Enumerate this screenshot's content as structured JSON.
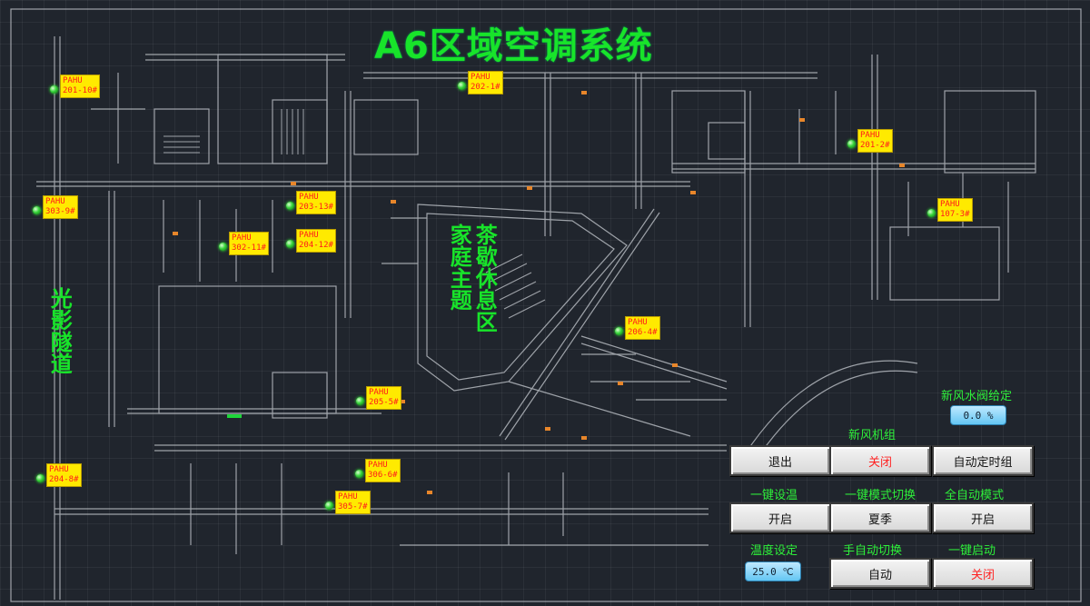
{
  "title": "A6区域空调系统",
  "zone_labels": [
    "光影隧道",
    "茶歇休息区",
    "家庭主题"
  ],
  "units": [
    {
      "name": "PAHU",
      "code": "201-10#"
    },
    {
      "name": "PAHU",
      "code": "202-1#"
    },
    {
      "name": "PAHU",
      "code": "201-2#"
    },
    {
      "name": "PAHU",
      "code": "303-9#"
    },
    {
      "name": "PAHU",
      "code": "203-13#"
    },
    {
      "name": "PAHU",
      "code": "302-11#"
    },
    {
      "name": "PAHU",
      "code": "204-12#"
    },
    {
      "name": "PAHU",
      "code": "107-3#"
    },
    {
      "name": "PAHU",
      "code": "206-4#"
    },
    {
      "name": "PAHU",
      "code": "205-5#"
    },
    {
      "name": "PAHU",
      "code": "204-8#"
    },
    {
      "name": "PAHU",
      "code": "306-6#"
    },
    {
      "name": "PAHU",
      "code": "305-7#"
    }
  ],
  "controls": {
    "fresh_valve_label": "新风水阀给定",
    "fresh_valve_value": "0.0 %",
    "fresh_unit_label": "新风机组",
    "exit_btn": "退出",
    "fresh_unit_btn": "关闭",
    "auto_timer_btn": "自动定时组",
    "one_key_temp_label": "一键设温",
    "one_key_temp_btn": "开启",
    "mode_switch_label": "一键模式切换",
    "mode_switch_btn": "夏季",
    "full_auto_label": "全自动模式",
    "full_auto_btn": "开启",
    "temp_set_label": "温度设定",
    "temp_set_value": "25.0 ℃",
    "manual_auto_label": "手自动切换",
    "manual_auto_btn": "自动",
    "one_key_start_label": "一键启动",
    "one_key_start_btn": "关闭"
  },
  "colors": {
    "accent_green": "#18e42a",
    "tag_bg": "#ffea00",
    "tag_text": "#ff1a1a"
  }
}
